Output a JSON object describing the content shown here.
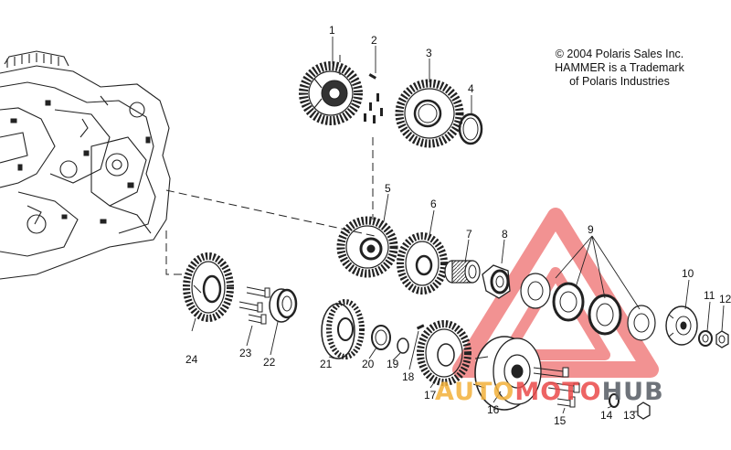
{
  "copyright": {
    "line1": "© 2004 Polaris Sales Inc.",
    "line2": "HAMMER is a Trademark",
    "line3": "of Polaris Industries"
  },
  "callouts": {
    "c1": "1",
    "c2": "2",
    "c3": "3",
    "c4": "4",
    "c5": "5",
    "c6": "6",
    "c7": "7",
    "c8": "8",
    "c9": "9",
    "c10": "10",
    "c11": "11",
    "c12": "12",
    "c13": "13",
    "c14": "14",
    "c15": "15",
    "c16": "16",
    "c17": "17",
    "c18": "18",
    "c19": "19",
    "c20": "20",
    "c21": "21",
    "c22": "22",
    "c23": "23",
    "c24": "24"
  },
  "watermark": {
    "part_a": "AUTO",
    "part_b": "MOTO",
    "part_c": "HUB",
    "colors": {
      "red": "#ea4a4a",
      "orange": "#f3b13a",
      "gray": "#555b63"
    }
  },
  "line_color": "#222222"
}
